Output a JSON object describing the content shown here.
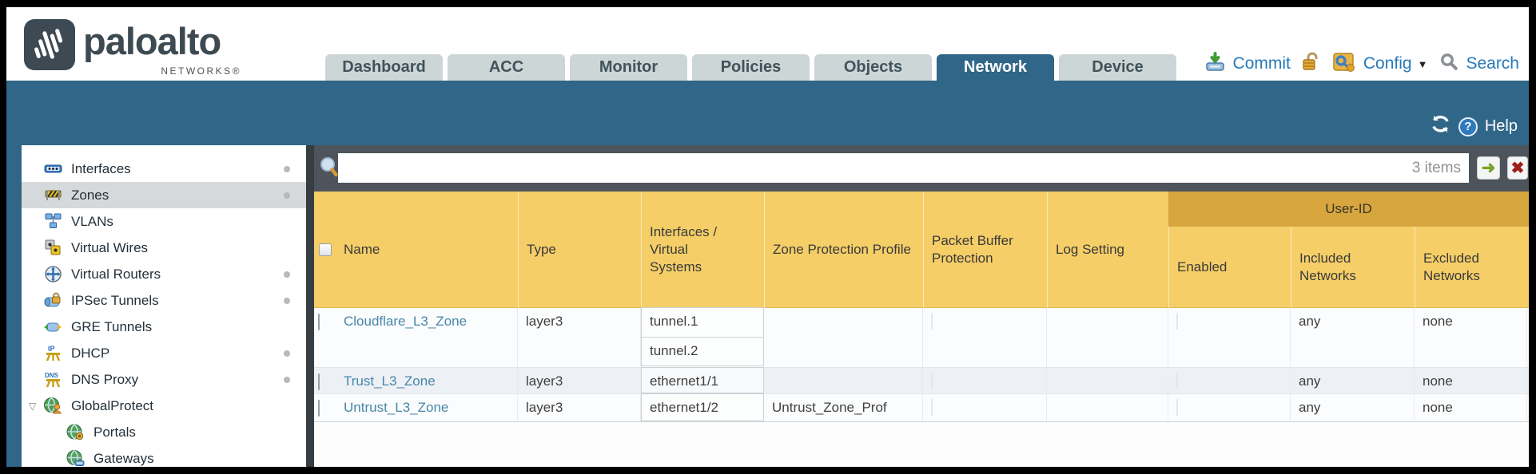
{
  "brand": {
    "name": "paloalto",
    "sub": "NETWORKS®"
  },
  "nav": {
    "tabs": [
      {
        "label": "Dashboard",
        "active": false
      },
      {
        "label": "ACC",
        "active": false
      },
      {
        "label": "Monitor",
        "active": false
      },
      {
        "label": "Policies",
        "active": false
      },
      {
        "label": "Objects",
        "active": false
      },
      {
        "label": "Network",
        "active": true
      },
      {
        "label": "Device",
        "active": false
      }
    ]
  },
  "header_actions": {
    "commit": "Commit",
    "config": "Config",
    "search": "Search"
  },
  "utility": {
    "help": "Help"
  },
  "filter": {
    "value": "",
    "items_count": "3 items"
  },
  "sidebar": {
    "items": [
      {
        "label": "Interfaces",
        "icon": "interfaces-icon",
        "dot": true
      },
      {
        "label": "Zones",
        "icon": "zones-icon",
        "dot": true,
        "selected": true
      },
      {
        "label": "VLANs",
        "icon": "vlans-icon"
      },
      {
        "label": "Virtual Wires",
        "icon": "virtual-wires-icon"
      },
      {
        "label": "Virtual Routers",
        "icon": "virtual-routers-icon",
        "dot": true
      },
      {
        "label": "IPSec Tunnels",
        "icon": "ipsec-tunnels-icon",
        "dot": true
      },
      {
        "label": "GRE Tunnels",
        "icon": "gre-tunnels-icon"
      },
      {
        "label": "DHCP",
        "icon": "dhcp-icon",
        "dot": true
      },
      {
        "label": "DNS Proxy",
        "icon": "dns-proxy-icon",
        "dot": true
      },
      {
        "label": "GlobalProtect",
        "icon": "globalprotect-icon",
        "expanded": true
      },
      {
        "label": "Portals",
        "icon": "portals-icon",
        "indent": true
      },
      {
        "label": "Gateways",
        "icon": "gateways-icon",
        "indent": true
      }
    ]
  },
  "table": {
    "group_header": "User-ID",
    "columns": [
      "Name",
      "Type",
      "Interfaces / Virtual Systems",
      "Zone Protection Profile",
      "Packet Buffer Protection",
      "Log Setting",
      "Enabled",
      "Included Networks",
      "Excluded Networks"
    ],
    "rows": [
      {
        "name": "Cloudflare_L3_Zone",
        "type": "layer3",
        "interfaces": [
          "tunnel.1",
          "tunnel.2"
        ],
        "zone_protection_profile": "",
        "log_setting": "",
        "included_networks": "any",
        "excluded_networks": "none"
      },
      {
        "name": "Trust_L3_Zone",
        "type": "layer3",
        "interfaces": [
          "ethernet1/1"
        ],
        "zone_protection_profile": "",
        "log_setting": "",
        "included_networks": "any",
        "excluded_networks": "none"
      },
      {
        "name": "Untrust_L3_Zone",
        "type": "layer3",
        "interfaces": [
          "ethernet1/2"
        ],
        "zone_protection_profile": "Untrust_Zone_Prof",
        "log_setting": "",
        "included_networks": "any",
        "excluded_networks": "none"
      }
    ]
  },
  "colors": {
    "teal": "#306688",
    "table_header": "#f5ce68",
    "group_header": "#d8a63e",
    "tab_inactive": "#ccd6d6",
    "link_blue": "#4687aa",
    "action_blue": "#2579b8",
    "filter_strip": "#4d545b",
    "alt_row": "#edf1f5"
  }
}
